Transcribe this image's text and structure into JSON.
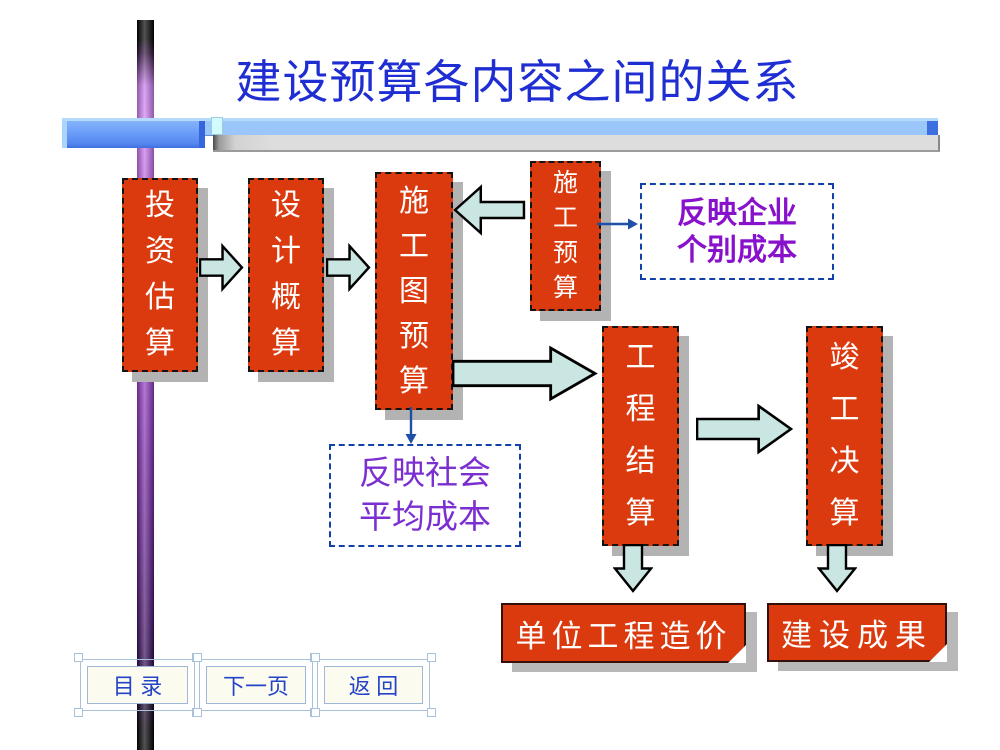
{
  "slide": {
    "title": "建设预算各内容之间的关系"
  },
  "flow": {
    "investment": "投资估算",
    "design_estimate": "设计概算",
    "drawing_budget": "施工图预算",
    "construction_budget": "施工预算",
    "project_settlement": "工程结算",
    "final_accounts": "竣工决算",
    "unit_project_cost": "单位工程造价",
    "construction_result": "建设成果"
  },
  "notes": {
    "enterprise_line1": "反映企业",
    "enterprise_line2": "个别成本",
    "social_line1": "反映社会",
    "social_line2": "平均成本"
  },
  "nav": {
    "toc": "目 录",
    "next": "下一页",
    "back": "返 回"
  },
  "colors": {
    "title_blue": "#1F2ED2",
    "box_red": "#DB3A0E",
    "block_arrow_fill": "#C9E6E3",
    "connector_blue": "#1F4FA8",
    "enterprise_note_purple": "#8812CC",
    "social_note_violet": "#7B2FD0",
    "nav_text_blue": "#2343C8",
    "shadow_gray": "#B3B3B3",
    "accent_bar_blue": "#6497F6",
    "accent_bar_gray": "#DDDDDD"
  }
}
